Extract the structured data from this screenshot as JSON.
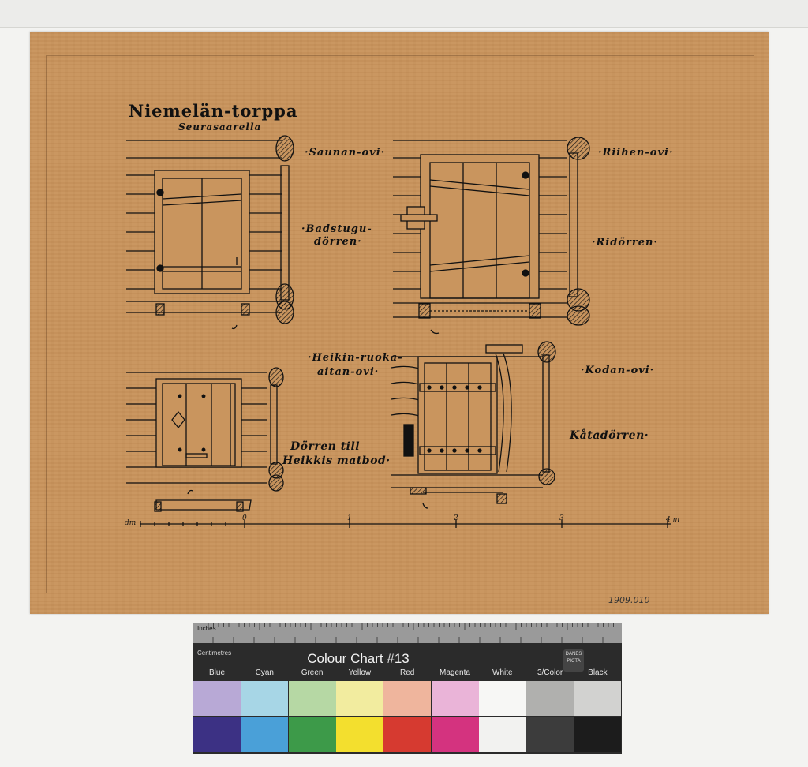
{
  "drawing": {
    "title": "Niemelän-torppa",
    "subtitle": "Seurasaarella",
    "labels": {
      "sauna_fi": "·Saunan-ovi·",
      "sauna_sv": "·Badstugu-",
      "sauna_sv2": "dörren·",
      "riihi_fi": "·Riihen-ovi·",
      "riihi_sv": "·Ridörren·",
      "heikki_fi": "·Heikin-ruoka-",
      "heikki_fi2": "aitan-ovi·",
      "heikki_sv": "Dörren till",
      "heikki_sv2": "Heikkis matbod·",
      "kota_fi": "·Kodan-ovi·",
      "kota_sv": "Kåtadörren·"
    },
    "scale": {
      "start": "dm",
      "zero": "0",
      "marks": [
        "1",
        "2",
        "3"
      ],
      "end": "4 m"
    },
    "catalog_number": "1909.010"
  },
  "colour_chart": {
    "ruler_inches": "Inches",
    "ruler_cm": "Centimetres",
    "title": "Colour Chart #13",
    "brand": "DANES PICTA",
    "names": [
      "Blue",
      "Cyan",
      "Green",
      "Yellow",
      "Red",
      "Magenta",
      "White",
      "3/Color",
      "Black"
    ],
    "light": [
      "#b8a9d6",
      "#a7d6e6",
      "#b6d8a4",
      "#f2ec9f",
      "#efb59d",
      "#eab4d8",
      "#f7f7f5",
      "#b0b0ae",
      "#d2d2d0"
    ],
    "dark": [
      "#3c3184",
      "#4aa0d8",
      "#3d9a49",
      "#f3df2e",
      "#d63a30",
      "#d4337f",
      "#f2f2f0",
      "#3c3c3c",
      "#1c1c1c"
    ]
  }
}
